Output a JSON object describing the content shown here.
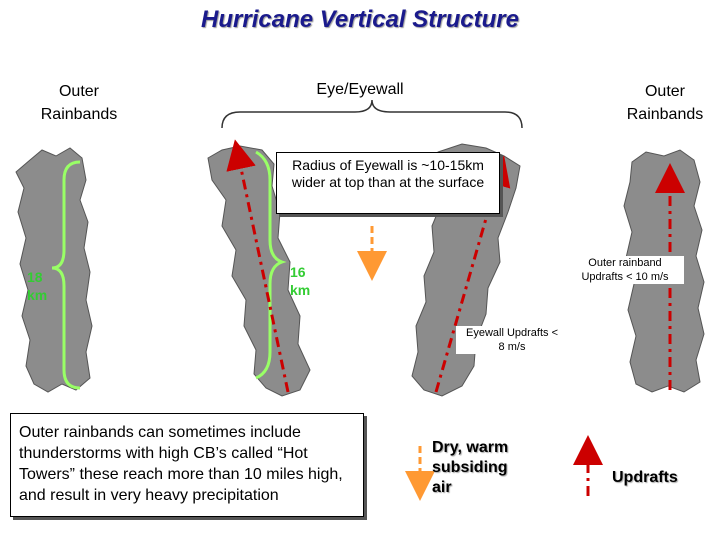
{
  "title": "Hurricane Vertical Structure",
  "labels": {
    "outer_rainbands_left": [
      "Outer",
      "Rainbands"
    ],
    "eye_eyewall": "Eye/Eyewall",
    "outer_rainbands_right": [
      "Outer",
      "Rainbands"
    ]
  },
  "height_labels": {
    "left": [
      "18",
      "km"
    ],
    "middle": [
      "16",
      "km"
    ]
  },
  "callouts": {
    "eyewall_radius": "Radius of Eyewall is ~10-15km wider at top than at the surface",
    "outer_rainband_updrafts": [
      "Outer rainband",
      "Updrafts < 10 m/s"
    ],
    "eyewall_updrafts": [
      "Eyewall Updrafts <",
      "8 m/s"
    ]
  },
  "note": "Outer rainbands can sometimes include thunderstorms with high CB’s called “Hot Towers” these reach more than 10 miles high, and result in very heavy precipitation",
  "legend": {
    "subsiding": [
      "Dry, warm",
      "subsiding",
      "air"
    ],
    "updrafts": "Updrafts"
  },
  "colors": {
    "cloud": "#8c8c8c",
    "bracket": "#99ff66",
    "updraft": "#cc0000",
    "subsiding": "#ff9933",
    "title": "#1a1a8c"
  }
}
